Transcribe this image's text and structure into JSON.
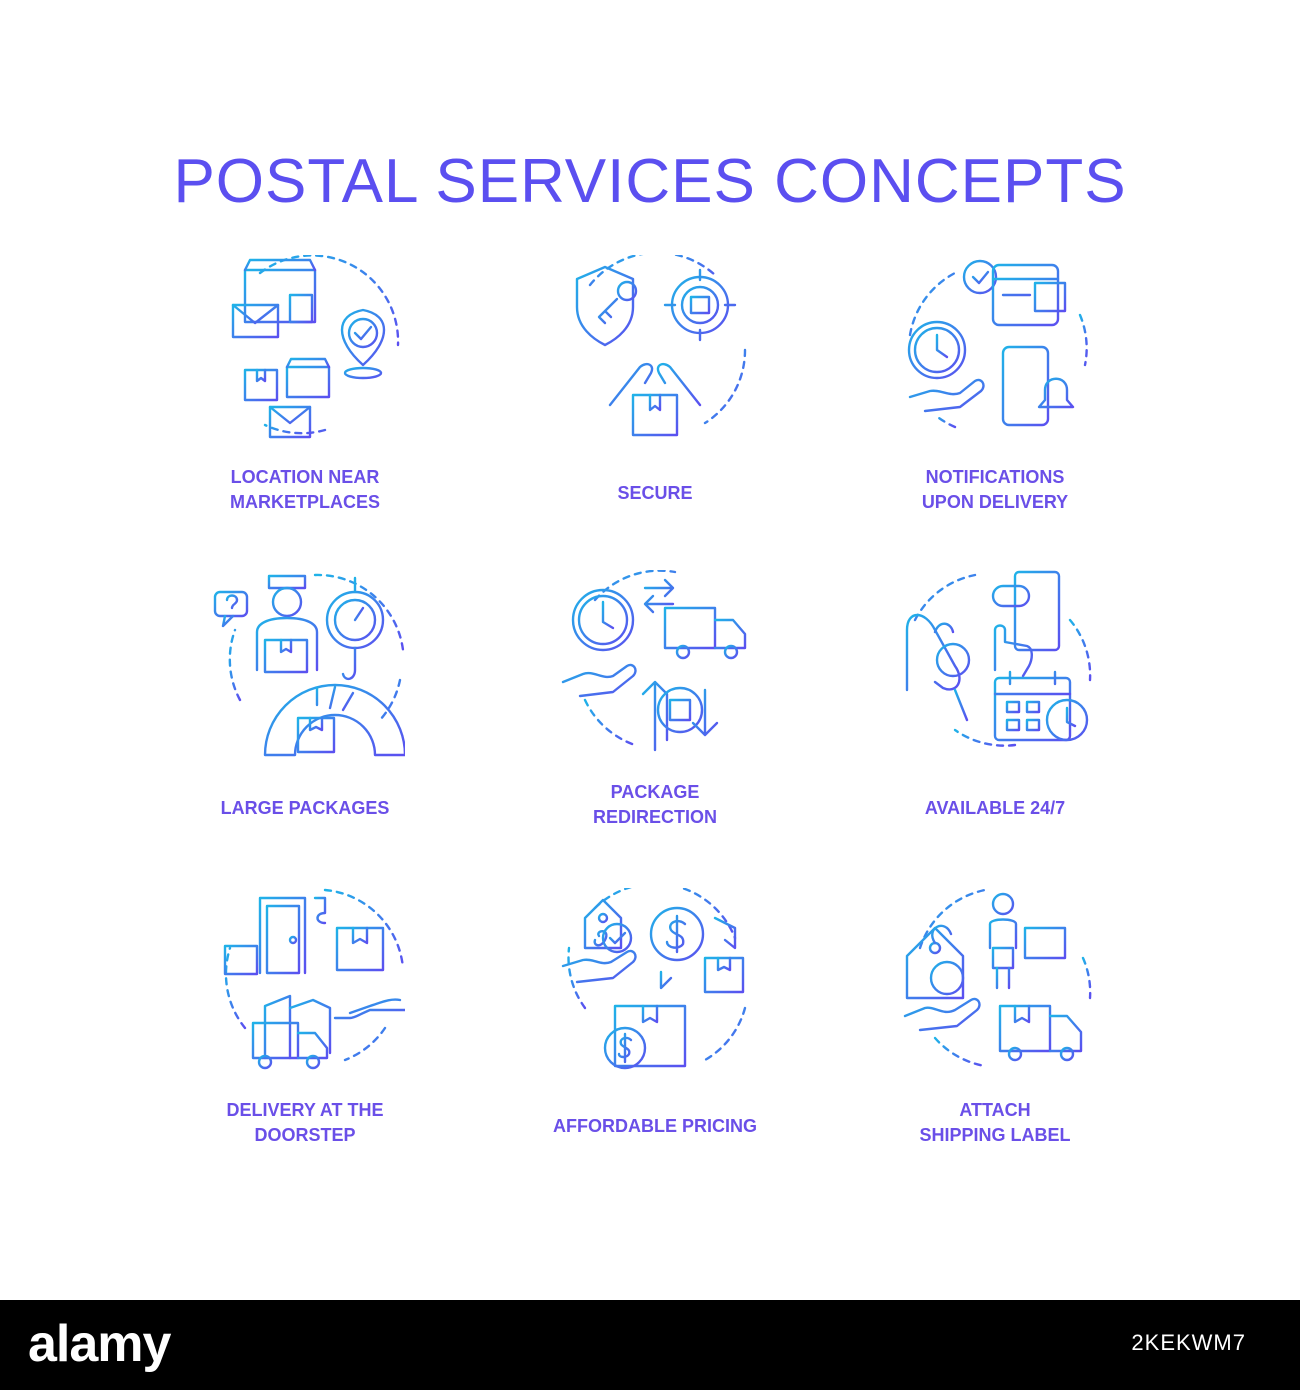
{
  "title": "POSTAL SERVICES CONCEPTS",
  "colors": {
    "title": "#5b4ff0",
    "label": "#6a4fe8",
    "gradient_start": "#1fb3e8",
    "gradient_end": "#5b4ff0",
    "footer": "#000000"
  },
  "concepts": [
    {
      "icon": "marketplace-location-icon",
      "lines": [
        "LOCATION NEAR",
        "MARKETPLACES"
      ]
    },
    {
      "icon": "secure-package-icon",
      "lines": [
        "SECURE"
      ]
    },
    {
      "icon": "delivery-notification-icon",
      "lines": [
        "NOTIFICATIONS",
        "UPON DELIVERY"
      ]
    },
    {
      "icon": "large-package-scale-icon",
      "lines": [
        "LARGE PACKAGES"
      ]
    },
    {
      "icon": "package-redirection-icon",
      "lines": [
        "PACKAGE",
        "REDIRECTION"
      ]
    },
    {
      "icon": "calendar-buy-icon",
      "lines": [
        "AVAILABLE 24/7"
      ]
    },
    {
      "icon": "doorstep-delivery-icon",
      "lines": [
        "DELIVERY AT THE",
        "DOORSTEP"
      ]
    },
    {
      "icon": "affordable-pricing-icon",
      "lines": [
        "AFFORDABLE PRICING"
      ]
    },
    {
      "icon": "shipping-label-icon",
      "lines": [
        "ATTACH",
        "SHIPPING LABEL"
      ]
    }
  ],
  "footer": {
    "brand": "alamy",
    "image_id": "2KEKWM7"
  }
}
